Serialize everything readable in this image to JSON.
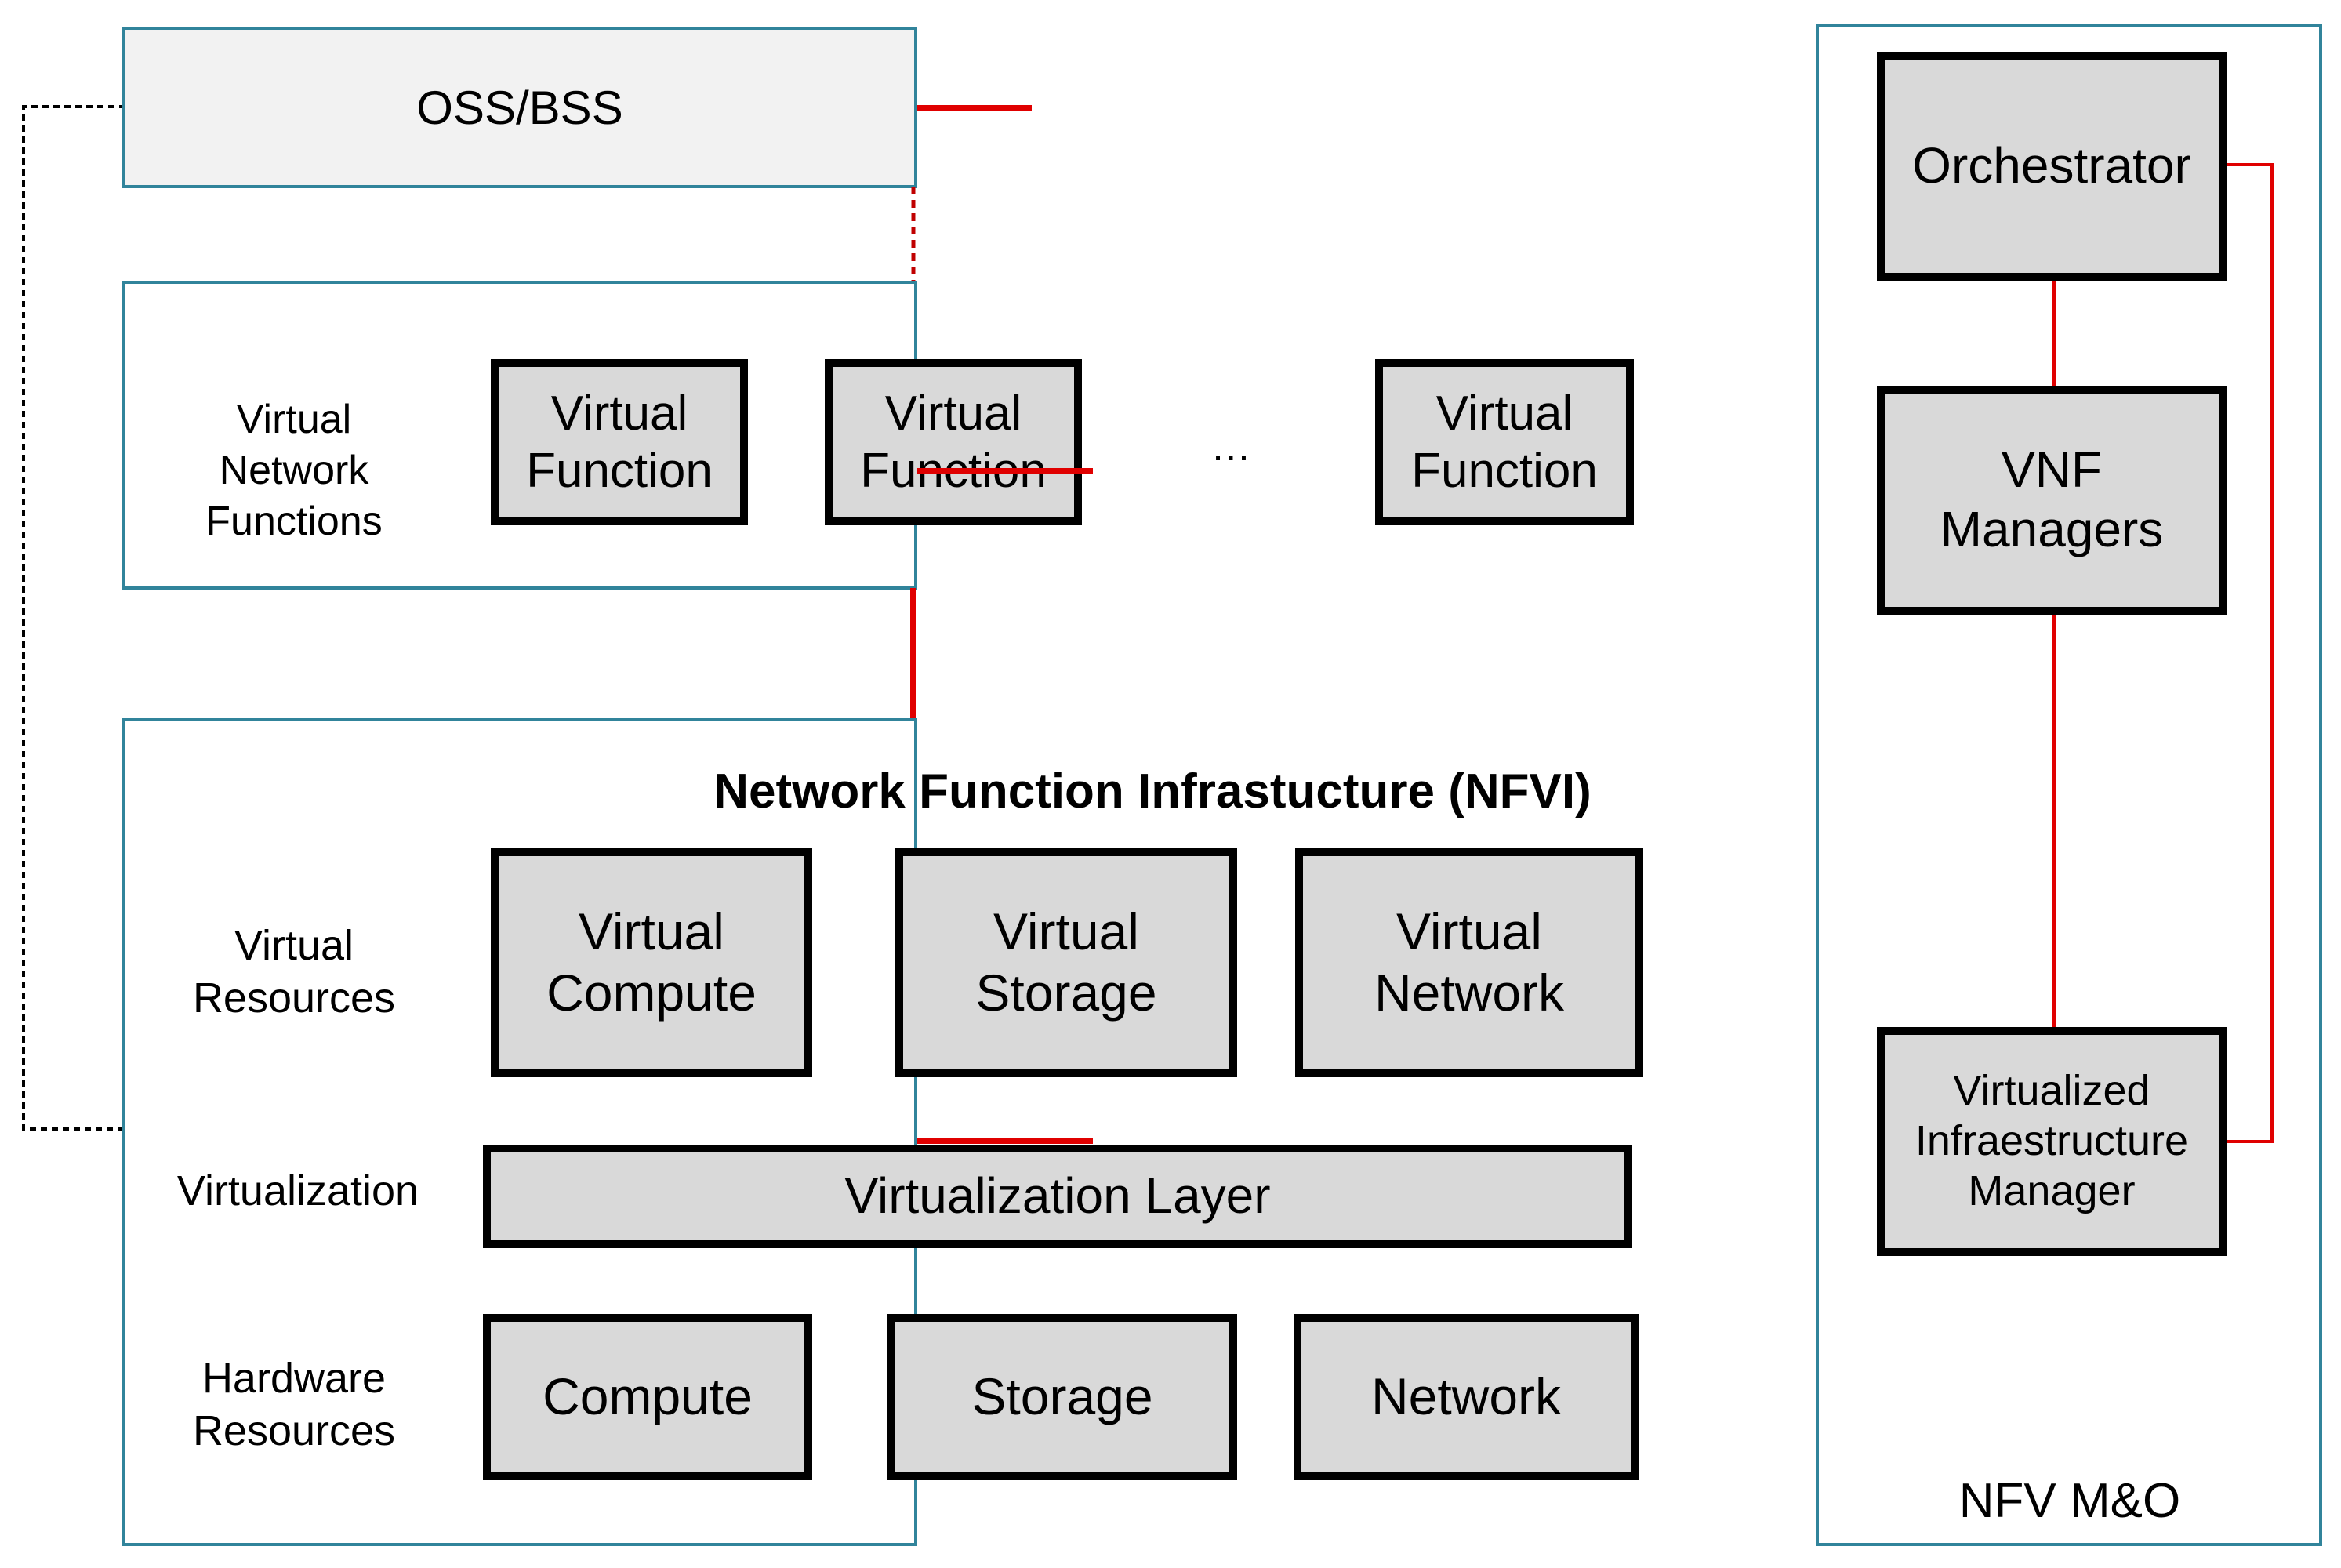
{
  "oss_bss": {
    "label": "OSS/BSS"
  },
  "vnf_layer": {
    "label": "Virtual\nNetwork\nFunctions",
    "functions": [
      "Virtual\nFunction",
      "Virtual\nFunction",
      "Virtual\nFunction"
    ],
    "ellipsis": "…"
  },
  "nfvi": {
    "title": "Network Function Infrastucture (NFVI)",
    "virtual_resources_label": "Virtual\nResources",
    "virtual_resources": [
      "Virtual\nCompute",
      "Virtual\nStorage",
      "Virtual\nNetwork"
    ],
    "virtualization_label": "Virtualization",
    "virtualization_layer": "Virtualization Layer",
    "hardware_label": "Hardware\nResources",
    "hardware": [
      "Compute",
      "Storage",
      "Network"
    ]
  },
  "mano": {
    "label": "NFV M&O",
    "orchestrator": "Orchestrator",
    "vnf_managers": "VNF\nManagers",
    "vim": "Virtualized\nInfraestructure\nManager"
  },
  "colors": {
    "frame": "#31849b",
    "connector": "#e00000",
    "box_fill": "#d9d9d9",
    "oss_fill": "#f2f2f2"
  }
}
